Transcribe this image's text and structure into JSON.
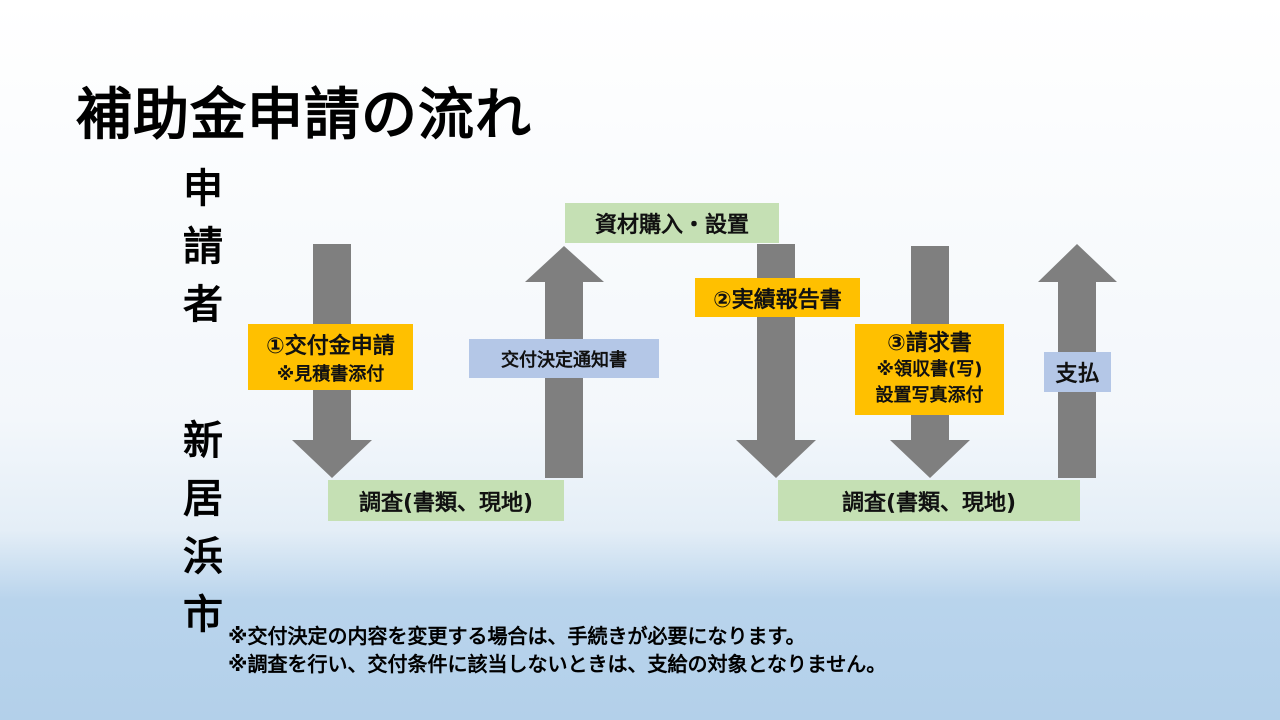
{
  "title": "補助金申請の流れ",
  "lanes": {
    "applicant": [
      "申",
      "請",
      "者"
    ],
    "city": [
      "新",
      "居",
      "浜",
      "市"
    ]
  },
  "steps": {
    "application": {
      "line1": "①交付金申請",
      "line2": "※見積書添付"
    },
    "review1": "調査(書類、現地)",
    "decision": "交付決定通知書",
    "purchase": "資材購入・設置",
    "report": "②実績報告書",
    "review2": "調査(書類、現地)",
    "invoice": {
      "line1": "③請求書",
      "line2": "※領収書(写)",
      "line3": "設置写真添付"
    },
    "payment": "支払"
  },
  "notes": [
    "※交付決定の内容を変更する場合は、手続きが必要になります。",
    "※調査を行い、交付条件に該当しないときは、支給の対象となりません。"
  ],
  "colors": {
    "arrow": "#7f7f7f",
    "green_box": "#c5e0b4",
    "orange_box": "#ffc000",
    "blue_box": "#b4c7e7"
  }
}
